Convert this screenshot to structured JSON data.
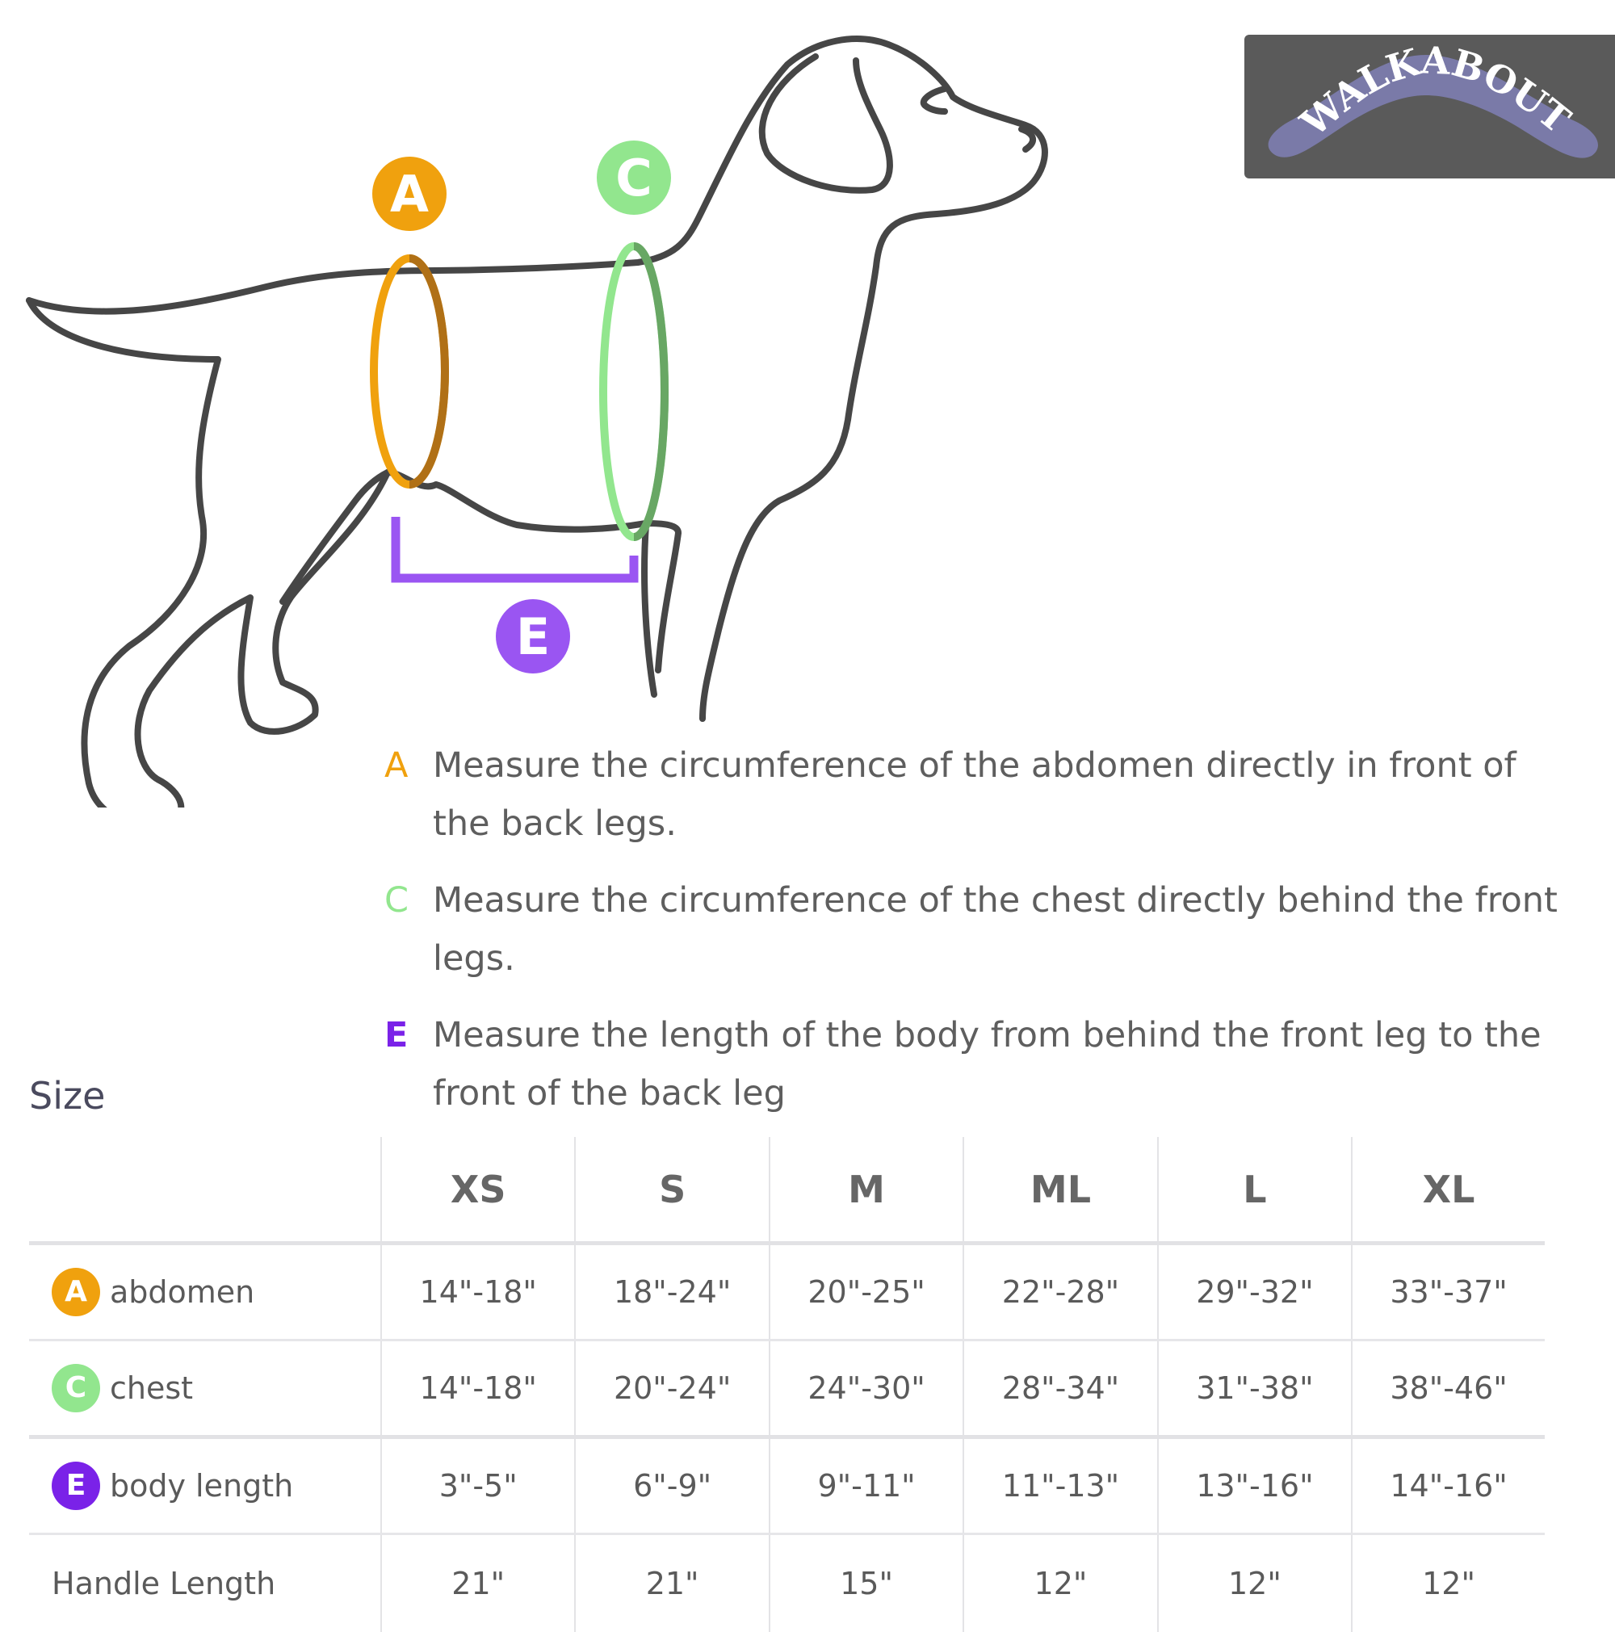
{
  "brand": {
    "logo_text": "WALKABOUT",
    "box_color": "#5a5a5a",
    "boomerang_color": "#7a7aa8"
  },
  "diagram": {
    "markers": [
      {
        "letter": "A",
        "color": "#f0a10e"
      },
      {
        "letter": "C",
        "color": "#92e68e"
      },
      {
        "letter": "E",
        "color": "#9a55f2"
      }
    ]
  },
  "instructions": [
    {
      "letter": "A",
      "color": "#f0a10e",
      "text": "Measure the circumference of the abdomen directly in front of the back legs."
    },
    {
      "letter": "C",
      "color": "#92e68e",
      "text": "Measure the circumference of the chest directly behind the front legs."
    },
    {
      "letter": "E",
      "color": "#7a22e8",
      "text": "Measure the length of the body from behind the front leg to the front of the back leg"
    }
  ],
  "size_table": {
    "title": "Size",
    "columns": [
      "XS",
      "S",
      "M",
      "ML",
      "L",
      "XL"
    ],
    "rows": [
      {
        "badge": "A",
        "badge_color": "#f0a10e",
        "label": "abdomen",
        "values": [
          "14\"-18\"",
          "18\"-24\"",
          "20\"-25\"",
          "22\"-28\"",
          "29\"-32\"",
          "33\"-37\""
        ]
      },
      {
        "badge": "C",
        "badge_color": "#92e68e",
        "label": "chest",
        "values": [
          "14\"-18\"",
          "20\"-24\"",
          "24\"-30\"",
          "28\"-34\"",
          "31\"-38\"",
          "38\"-46\""
        ]
      },
      {
        "badge": "E",
        "badge_color": "#7a22e8",
        "label": "body length",
        "values": [
          "3\"-5\"",
          "6\"-9\"",
          "9\"-11\"",
          "11\"-13\"",
          "13\"-16\"",
          "14\"-16\""
        ]
      },
      {
        "badge": "",
        "badge_color": "",
        "label": "Handle Length",
        "values": [
          "21\"",
          "21\"",
          "15\"",
          "12\"",
          "12\"",
          "12\""
        ]
      }
    ]
  }
}
